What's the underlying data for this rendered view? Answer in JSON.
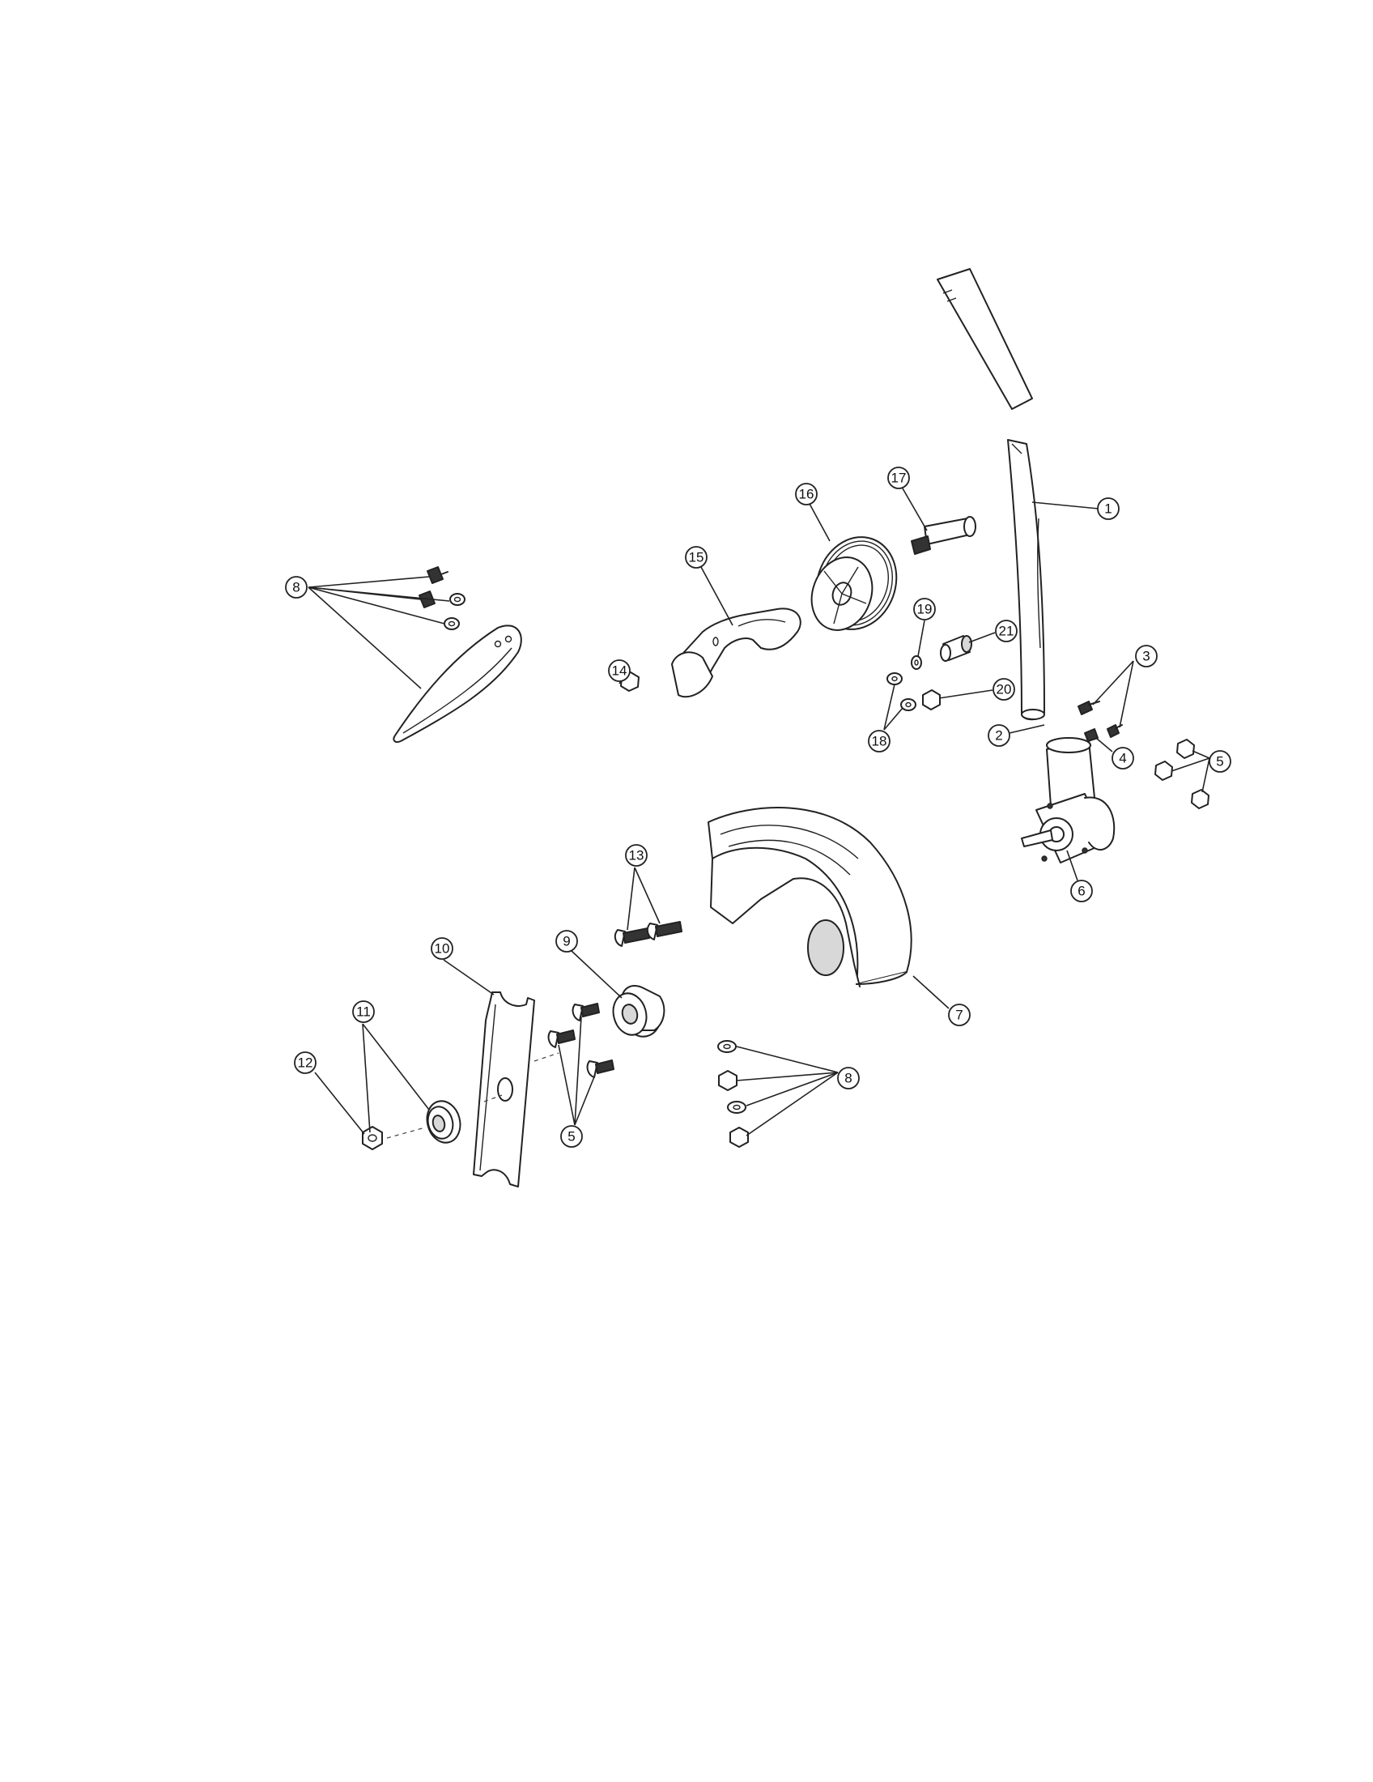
{
  "callouts": [
    {
      "id": "c1",
      "label": "1"
    },
    {
      "id": "c2",
      "label": "2"
    },
    {
      "id": "c3",
      "label": "3"
    },
    {
      "id": "c4",
      "label": "4"
    },
    {
      "id": "c5a",
      "label": "5"
    },
    {
      "id": "c5b",
      "label": "5"
    },
    {
      "id": "c6",
      "label": "6"
    },
    {
      "id": "c7",
      "label": "7"
    },
    {
      "id": "c8a",
      "label": "8"
    },
    {
      "id": "c8b",
      "label": "8"
    },
    {
      "id": "c9",
      "label": "9"
    },
    {
      "id": "c10",
      "label": "10"
    },
    {
      "id": "c11",
      "label": "11"
    },
    {
      "id": "c12",
      "label": "12"
    },
    {
      "id": "c13",
      "label": "13"
    },
    {
      "id": "c14",
      "label": "14"
    },
    {
      "id": "c15",
      "label": "15"
    },
    {
      "id": "c16",
      "label": "16"
    },
    {
      "id": "c17",
      "label": "17"
    },
    {
      "id": "c18",
      "label": "18"
    },
    {
      "id": "c19",
      "label": "19"
    },
    {
      "id": "c20",
      "label": "20"
    },
    {
      "id": "c21",
      "label": "21"
    }
  ]
}
